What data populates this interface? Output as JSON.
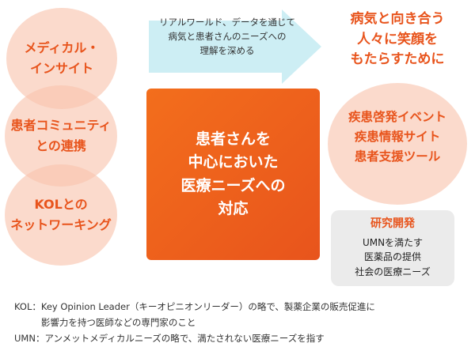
{
  "colors": {
    "accent": "#e8541c",
    "circle_fill": "#f9c4ac",
    "arrow_fill": "#cdeef4",
    "research_bg": "#ebebeb"
  },
  "circles": [
    {
      "label": "メディカル・\nインサイト"
    },
    {
      "label": "患者コミュニティ\nとの連携"
    },
    {
      "label": "KOLとの\nネットワーキング"
    }
  ],
  "arrow": {
    "text": "リアルワールド、データを通じて\n病気と患者さんのニーズへの\n理解を深める"
  },
  "center": {
    "label": "患者さんを\n中心においた\n医療ニーズへの\n対応"
  },
  "goal": {
    "text": "病気と向き合う\n人々に笑顔を\nもたらすために"
  },
  "activities": [
    "疾患啓発イベント",
    "疾患情報サイト",
    "患者支援ツール"
  ],
  "research": {
    "title": "研究開発",
    "desc": "UMNを満たす\n医薬品の提供\n社会の医療ニーズ"
  },
  "notes": [
    {
      "label": "KOL：",
      "text": "Key Opinion Leader（キーオピニオンリーダー）の略で、製薬企業の販売促進に\n影響力を持つ医師などの専門家のこと"
    },
    {
      "label": "UMN：",
      "text": "アンメットメディカルニーズの略で、満たされない医療ニーズを指す"
    }
  ]
}
